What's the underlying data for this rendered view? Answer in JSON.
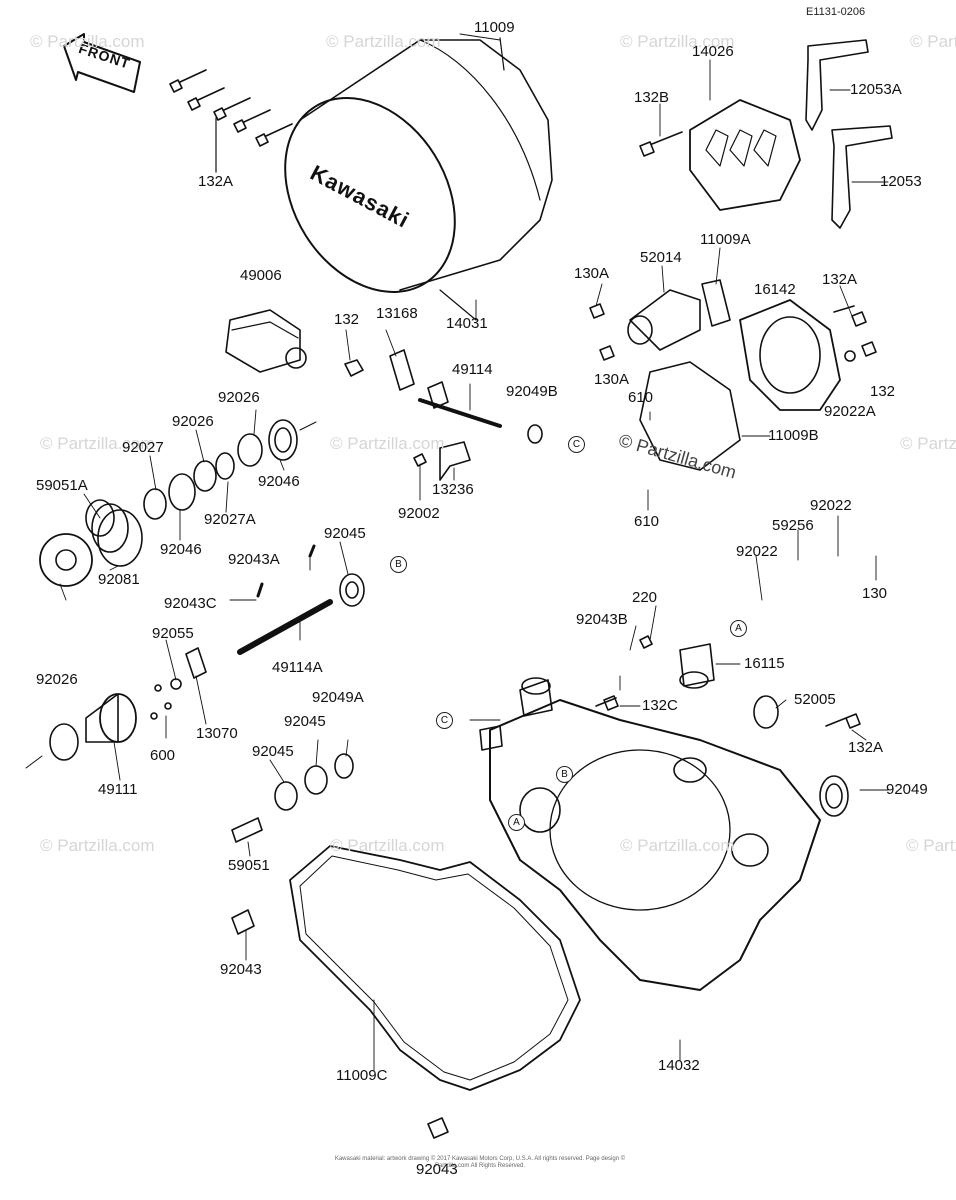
{
  "diagram_ref": "E1131-0206",
  "front_label": "FRONT",
  "brand_text": "Kawasaki",
  "watermark": "© Partzilla.com",
  "copyright": "Kawasaki material: artwork drawing © 2017 Kawasaki Motors Corp, U.S.A. All rights reserved. Page design © Partzilla.com All Rights Reserved.",
  "labels": {
    "p11009": "11009",
    "p14026": "14026",
    "p132B": "132B",
    "p12053A": "12053A",
    "p12053": "12053",
    "p132A_top": "132A",
    "p49006": "49006",
    "p132": "132",
    "p13168": "13168",
    "p14031": "14031",
    "p11009A": "11009A",
    "p130A_a": "130A",
    "p52014": "52014",
    "p16142": "16142",
    "p132A_r": "132A",
    "p130A_b": "130A",
    "p132_r": "132",
    "p92022A": "92022A",
    "p49114": "49114",
    "p92049B": "92049B",
    "p610_a": "610",
    "p11009B": "11009B",
    "p92026_a": "92026",
    "p92026_b": "92026",
    "p92027": "92027",
    "p59051A": "59051A",
    "p92046_a": "92046",
    "p92027A": "92027A",
    "p92046_b": "92046",
    "p13236": "13236",
    "p92002": "92002",
    "p610_b": "610",
    "p92081": "92081",
    "p92043A": "92043A",
    "p92045_a": "92045",
    "p92022_a": "92022",
    "p59256": "59256",
    "p92022_b": "92022",
    "p130": "130",
    "p92043C": "92043C",
    "p220": "220",
    "p92043B": "92043B",
    "p92055": "92055",
    "p49114A": "49114A",
    "p16115": "16115",
    "p92026_c": "92026",
    "p13070": "13070",
    "p132C": "132C",
    "p52005": "52005",
    "p600": "600",
    "p92049A": "92049A",
    "p132A_b": "132A",
    "p92045_b": "92045",
    "p92045_c": "92045",
    "p49111": "49111",
    "p92049": "92049",
    "p59051": "59051",
    "p92043_a": "92043",
    "p14032": "14032",
    "p11009C": "11009C",
    "p92043_b": "92043"
  },
  "refs": {
    "A": "A",
    "B": "B",
    "C": "C"
  }
}
